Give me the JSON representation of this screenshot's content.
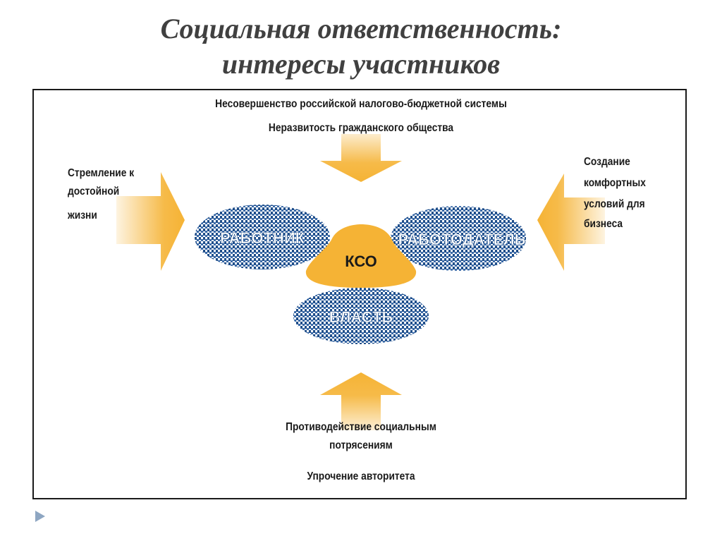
{
  "title": {
    "line1": "Социальная ответственность:",
    "line2": "интересы участников"
  },
  "diagram": {
    "top_text": [
      "Несовершенство российской налогово-бюджетной системы",
      "Неразвитость гражданского общества"
    ],
    "left_text": [
      "Стремление к",
      "достойной",
      "жизни"
    ],
    "right_text": [
      "Создание",
      "комфортных",
      "условий для",
      "бизнеса"
    ],
    "bottom_text": [
      "Противодействие социальным",
      "потрясениям",
      "Упрочение авторитета"
    ],
    "center_label": "КСО",
    "participants": {
      "worker": "РАБОТНИК",
      "employer": "РАБОТОДАТЕЛЬ",
      "state": "ВЛАСТЬ"
    },
    "colors": {
      "arrow": "#f5b335",
      "ellipse": "#1f4e8a",
      "center": "#f5b335"
    }
  },
  "nav": {
    "icon": "triangle-right-icon"
  }
}
